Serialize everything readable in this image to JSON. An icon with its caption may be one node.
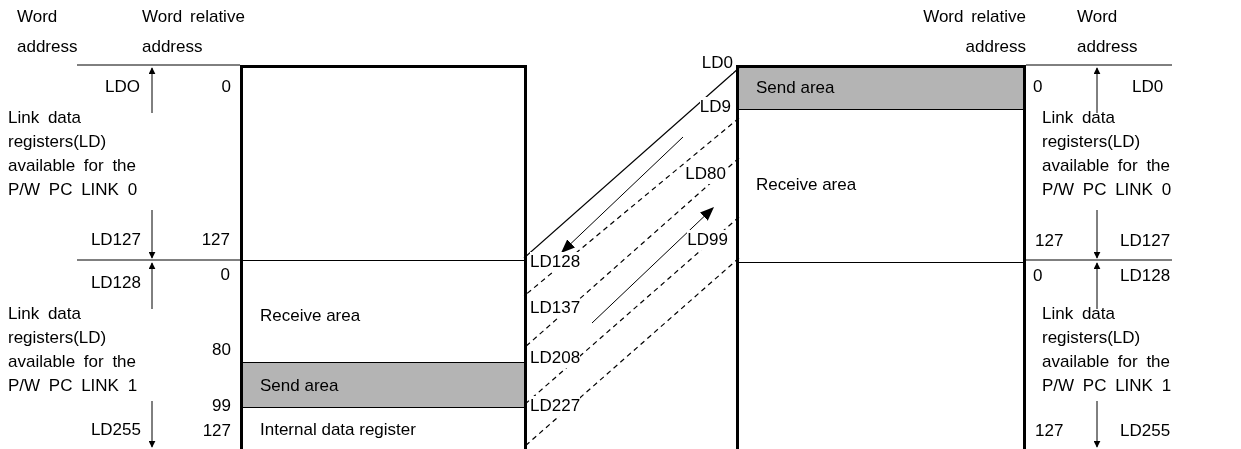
{
  "diagram": {
    "nodes": [
      {
        "text": [],
        "shape": "box"
      },
      {
        "text": [
          "Receive area"
        ],
        "in": 0
      },
      {
        "text": [
          "Send area"
        ],
        "in": 0
      },
      {
        "text": [
          "Internal data register"
        ],
        "in": 0
      },
      {
        "text": [],
        "shape": "box"
      },
      {
        "text": [
          "Send area"
        ],
        "in": 4
      },
      {
        "text": [
          "Receive area"
        ],
        "in": 4
      }
    ],
    "edges": [
      {
        "from": 5,
        "to": 1,
        "arrow": "none"
      },
      {
        "from": 5,
        "to": 1,
        "arrow": "none",
        "style": "dashed"
      },
      {
        "from": 6,
        "to": 2,
        "arrow": "none",
        "style": "dashed"
      },
      {
        "from": 6,
        "to": 2,
        "arrow": "none",
        "style": "dashed"
      },
      {
        "from": 6,
        "to": 3,
        "arrow": "none",
        "style": "dashed"
      }
    ],
    "labels": [
      "Word address",
      "Word relative address",
      "Word relative address",
      "Word address",
      "LD0",
      "LDO",
      "0",
      "0",
      "LD0",
      "Link data registers(LD) available for the P/W PC LINK 0",
      "LD9",
      "Link data registers(LD) available for the P/W PC LINK 0",
      "LD80",
      "LD127",
      "127",
      "LD99",
      "127",
      "LD127",
      "LD128",
      "0",
      "LD128",
      "0",
      "LD128",
      "Link data registers(LD) available for the P/W PC LINK 1",
      "LD137",
      "Link data registers(LD) available for the P/W PC LINK 1",
      "80",
      "LD208",
      "99",
      "LD227",
      "LD255",
      "127",
      "127",
      "LD255"
    ]
  }
}
